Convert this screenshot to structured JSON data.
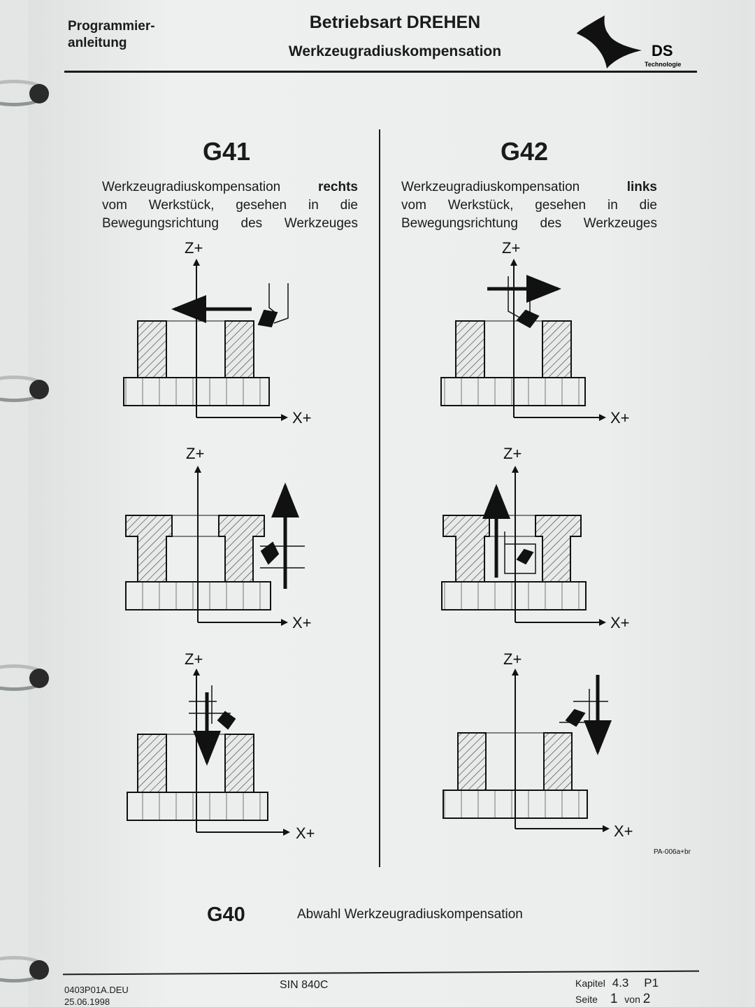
{
  "header": {
    "left_line1": "Programmier-",
    "left_line2": "anleitung",
    "title": "Betriebsart DREHEN",
    "subtitle": "Werkzeugradiuskompensation",
    "logo_text": "DS",
    "logo_sub": "Technologie"
  },
  "g41": {
    "code": "G41",
    "desc_line1_pre": "Werkzeugradiuskompensation ",
    "desc_line1_bold": "rechts",
    "desc_line2": "vom Werkstück, gesehen in die",
    "desc_line3": "Bewegungsrichtung des Werkzeuges"
  },
  "g42": {
    "code": "G42",
    "desc_line1_pre": "Werkzeugradiuskompensation ",
    "desc_line1_bold": "links",
    "desc_line2": "vom Werkstück, gesehen in die",
    "desc_line3": "Bewegungsrichtung des Werkzeuges"
  },
  "axes": {
    "z": "Z+",
    "x": "X+"
  },
  "figure_id": "PA-006a+br",
  "g40": {
    "code": "G40",
    "desc": "Abwahl Werkzeugradiuskompensation"
  },
  "footer": {
    "doc_id": "0403P01A.DEU",
    "date": "25.06.1998",
    "product": "SIN 840C",
    "kapitel_label": "Kapitel",
    "kapitel_value": "4.3",
    "part": "P1",
    "seite_label": "Seite",
    "seite_value": "1",
    "von_label": "von",
    "von_value": "2"
  }
}
